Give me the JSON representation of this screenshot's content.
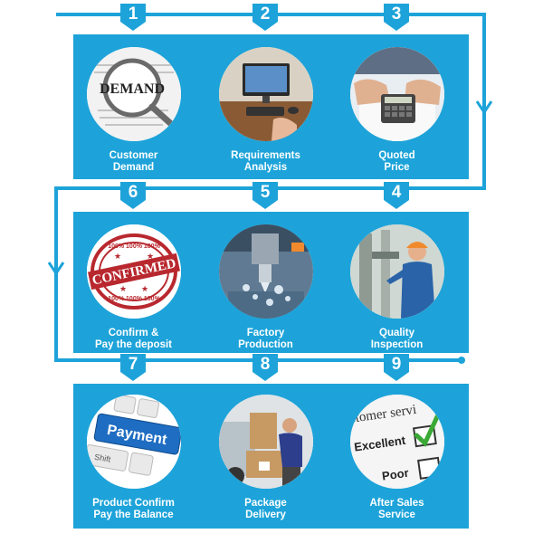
{
  "colors": {
    "panel": "#1da3d9",
    "line": "#1da3d9",
    "text": "#ffffff"
  },
  "steps": [
    {
      "number": "1",
      "line1": "Customer",
      "line2": "Demand",
      "image_text": "DEMAND"
    },
    {
      "number": "2",
      "line1": "Requirements",
      "line2": "Analysis"
    },
    {
      "number": "3",
      "line1": "Quoted",
      "line2": "Price"
    },
    {
      "number": "4",
      "line1": "Quality",
      "line2": "Inspection"
    },
    {
      "number": "5",
      "line1": "Factory",
      "line2": "Production"
    },
    {
      "number": "6",
      "line1": "Confirm &",
      "line2": "Pay the deposit",
      "image_text": "CONFIRMED",
      "stamp_text": "100% 100% 100%"
    },
    {
      "number": "7",
      "line1": "Product Confirm",
      "line2": "Pay the Balance",
      "image_text": "Payment",
      "key_text": "Shift"
    },
    {
      "number": "8",
      "line1": "Package",
      "line2": "Delivery"
    },
    {
      "number": "9",
      "line1": "After Sales",
      "line2": "Service",
      "image_text": "stomer servi",
      "options": [
        "Excellent",
        "Poor"
      ]
    }
  ]
}
